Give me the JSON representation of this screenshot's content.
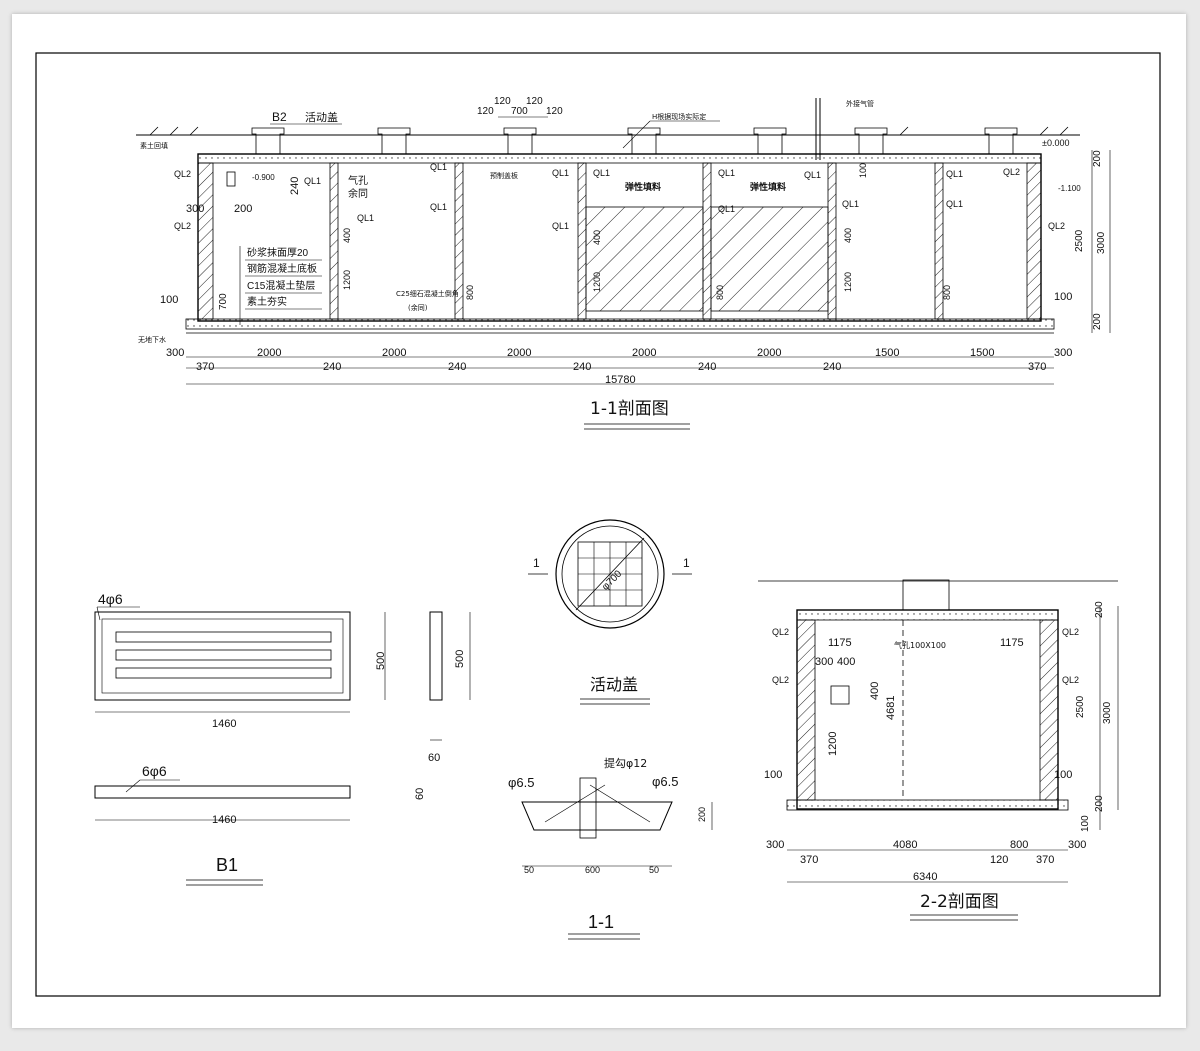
{
  "section11": {
    "title": "1-1剖面图",
    "labels": {
      "b2": "B2",
      "movable_cover": "活动盖",
      "backfill": "素土回填",
      "mesh_h": "H根据现场实际定",
      "external_vent": "外接气管",
      "elev_0": "±0.000",
      "elev_neg1": "-1.100",
      "elev_neg09": "-0.900",
      "air_hole": "气孔",
      "same": "余同",
      "packing": "弹性填料",
      "rf_cover": "预制盖板",
      "c25": "C25细石混凝土倒角",
      "c25b": "(余同)",
      "groundwater": "无地下水",
      "mortar": "砂浆抹面厚20",
      "rc_base": "钢筋混凝土底板",
      "c15": "C15混凝土垫层",
      "compact": "素土夯实",
      "ql1": "QL1",
      "ql2": "QL2"
    },
    "dims": {
      "d120": "120",
      "d700": "700",
      "d100": "100",
      "d200": "200",
      "d240": "240",
      "d300": "300",
      "d400": "400",
      "d800": "800",
      "d1200": "1200",
      "d2500": "2500",
      "d3000": "3000",
      "spans": [
        "2000",
        "2000",
        "2000",
        "2000",
        "2000",
        "1500",
        "1500"
      ],
      "d370": "370",
      "total": "15780"
    }
  },
  "b1": {
    "title": "B1",
    "rebar_top": "4φ6",
    "rebar_bottom": "6φ6",
    "len": "1460",
    "h500": "500",
    "w60": "60"
  },
  "cover": {
    "title": "活动盖",
    "dia": "φ700",
    "cut": "1"
  },
  "sec_1_1": {
    "title": "1-1",
    "hook": "提勾φ12",
    "bar": "φ6.5",
    "w600": "600",
    "w50": "50",
    "h200": "200"
  },
  "section22": {
    "title": "2-2剖面图",
    "hole": "气孔100X100",
    "dims": {
      "d1175": "1175",
      "d300": "300",
      "d400": "400",
      "d4681": "4681",
      "d1200": "1200",
      "d2500": "2500",
      "d3000": "3000",
      "d200": "200",
      "d100": "100",
      "d4080": "4080",
      "d800": "800",
      "d120": "120",
      "d370": "370",
      "total": "6340"
    }
  }
}
